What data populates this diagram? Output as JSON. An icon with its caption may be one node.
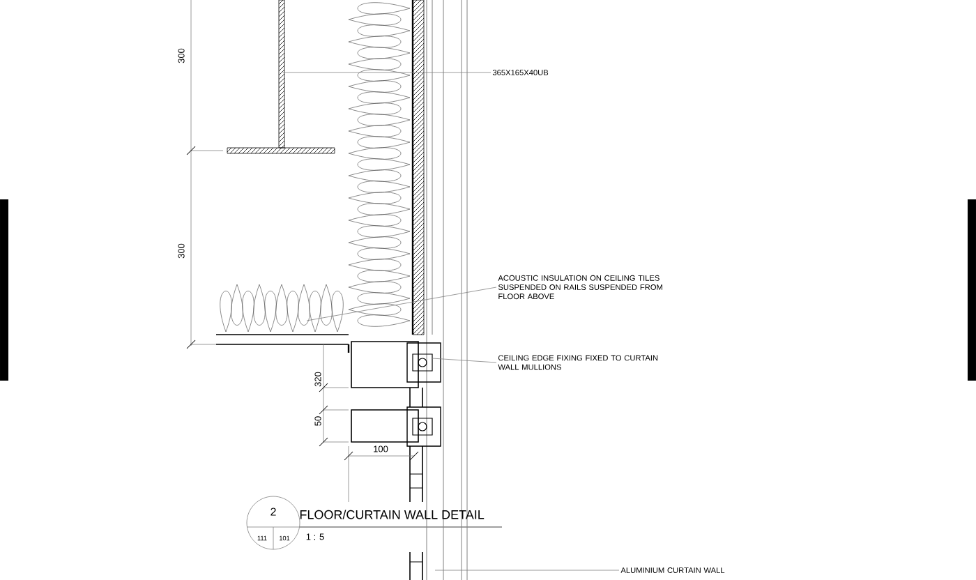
{
  "diagram": {
    "title": "FLOOR/CURTAIN WALL DETAIL",
    "nodes": [
      {
        "text": [
          "365X165X40UB"
        ]
      },
      {
        "text": [
          "ACOUSTIC INSULATION ON CEILING TILES SUSPENDED ON RAILS SUSPENDED FROM FLOOR ABOVE"
        ]
      },
      {
        "text": [
          "CEILING EDGE FIXING FIXED TO CURTAIN WALL MULLIONS"
        ]
      },
      {
        "text": [
          "2",
          "111",
          "101"
        ]
      },
      {
        "text": [
          "ALUMINIUM CURTAIN WALL"
        ]
      }
    ],
    "edges": [
      {
        "from": 0,
        "to": null,
        "arrow": "none"
      },
      {
        "from": 1,
        "to": null,
        "arrow": "none"
      },
      {
        "from": 2,
        "to": null,
        "arrow": "none"
      },
      {
        "from": 4,
        "to": null,
        "arrow": "none"
      }
    ],
    "labels": [
      "300",
      "300",
      "320",
      "50",
      "100",
      "1 : 5"
    ]
  }
}
